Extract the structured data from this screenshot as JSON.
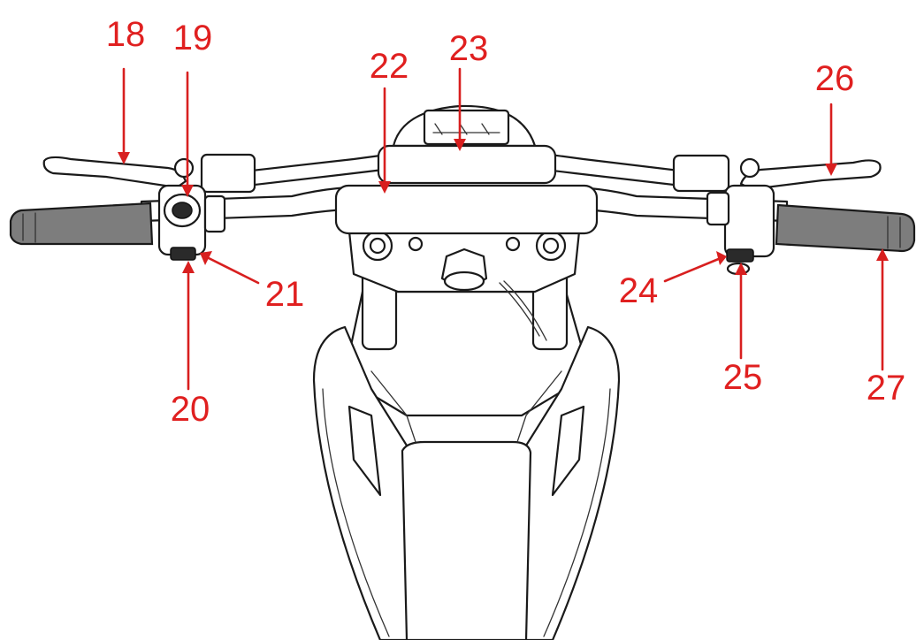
{
  "callouts": [
    {
      "id": "18",
      "text": "18"
    },
    {
      "id": "19",
      "text": "19"
    },
    {
      "id": "20",
      "text": "20"
    },
    {
      "id": "21",
      "text": "21"
    },
    {
      "id": "22",
      "text": "22"
    },
    {
      "id": "23",
      "text": "23"
    },
    {
      "id": "24",
      "text": "24"
    },
    {
      "id": "25",
      "text": "25"
    },
    {
      "id": "26",
      "text": "26"
    },
    {
      "id": "27",
      "text": "27"
    }
  ],
  "colors": {
    "callout": "#e02020",
    "line": "#1a1a1a",
    "grip": "#7d7d7d",
    "background": "#ffffff"
  }
}
